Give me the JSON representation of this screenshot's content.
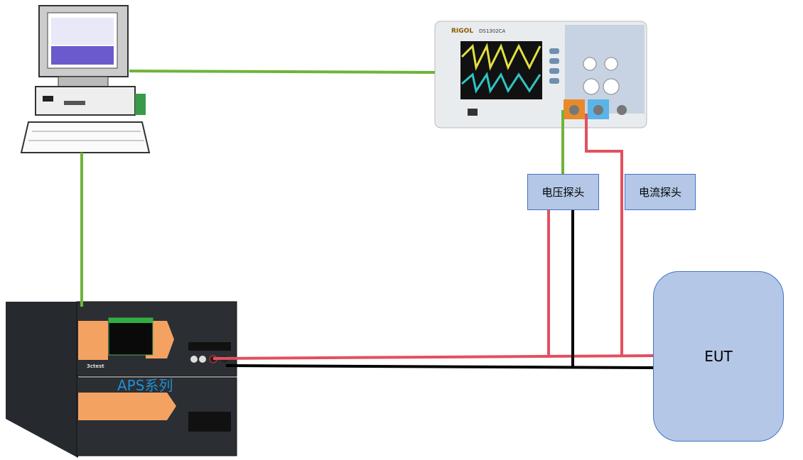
{
  "probes": {
    "voltage": "电压探头",
    "current": "电流探头"
  },
  "eut": {
    "label": "EUT"
  },
  "source": {
    "label": "APS系列",
    "brand": "3ctest"
  },
  "oscilloscope": {
    "brand": "RIGOL",
    "model": "DS1302CA"
  },
  "colors": {
    "signal": "#70b33a",
    "power": "#e2505f",
    "return": "#000000",
    "box_fill": "#b4c7e7",
    "box_border": "#4472c4",
    "aps_label": "#1e90d6"
  }
}
